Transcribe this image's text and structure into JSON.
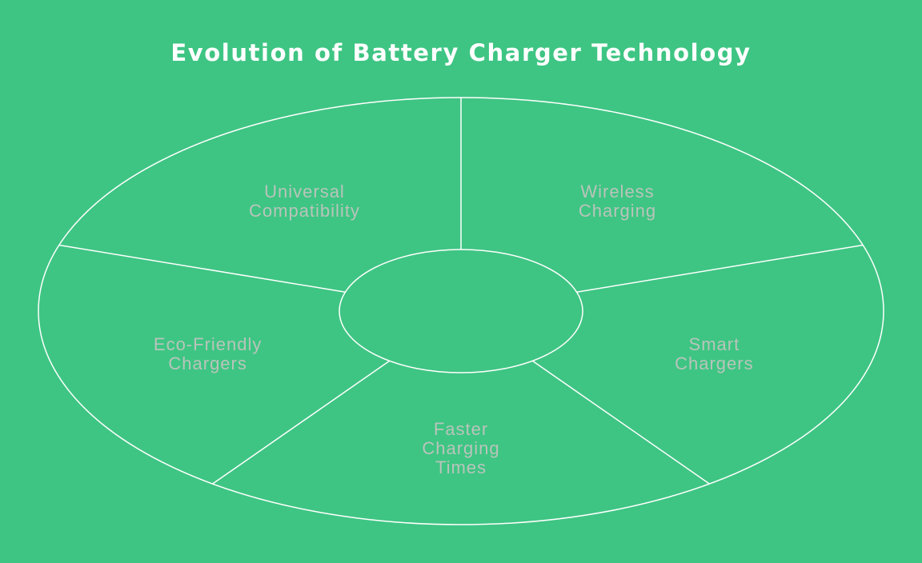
{
  "title": "Evolution of Battery Charger Technology",
  "colors": {
    "background": "#3ec583",
    "title_text": "#ffffff",
    "lines": "#ffffff",
    "label_text": "#b9c4bb"
  },
  "hub": {
    "label": ""
  },
  "segments": [
    {
      "id": "wireless-charging",
      "lines": [
        "Wireless",
        "Charging"
      ]
    },
    {
      "id": "smart-chargers",
      "lines": [
        "Smart",
        "Chargers"
      ]
    },
    {
      "id": "faster-charging-times",
      "lines": [
        "Faster",
        "Charging",
        "Times"
      ]
    },
    {
      "id": "eco-friendly-chargers",
      "lines": [
        "Eco-Friendly",
        "Chargers"
      ]
    },
    {
      "id": "universal-compatibility",
      "lines": [
        "Universal",
        "Compatibility"
      ]
    }
  ]
}
